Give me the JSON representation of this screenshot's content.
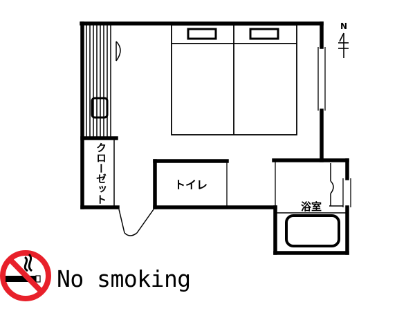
{
  "floor_plan": {
    "north_label": "N",
    "rooms": {
      "closet": "クローゼット",
      "toilet": "トイレ",
      "bathroom": "浴室"
    }
  },
  "no_smoking": {
    "text": "No smoking",
    "icon": "no-smoking-icon",
    "ring_color": "#e8202a"
  }
}
